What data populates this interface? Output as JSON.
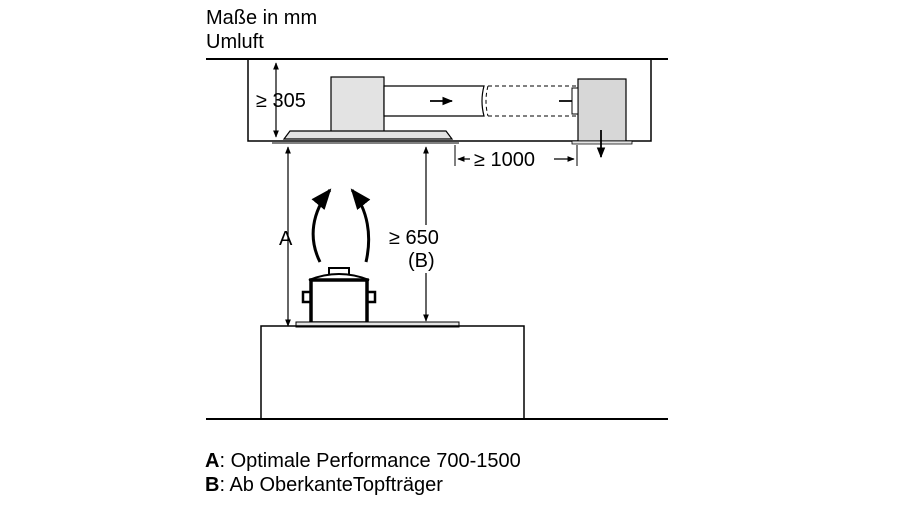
{
  "header": {
    "line1": "Maße in mm",
    "line2": "Umluft"
  },
  "dimensions": {
    "height_min": "≥ 305",
    "distance_min": "≥ 1000",
    "clearance_min": "≥ 650",
    "clearance_ref": "(B)",
    "label_a": "A"
  },
  "legend": [
    {
      "key": "A",
      "text": ": Optimale Performance 700-1500"
    },
    {
      "key": "B",
      "text": ": Ab OberkanteTopfträger"
    }
  ]
}
